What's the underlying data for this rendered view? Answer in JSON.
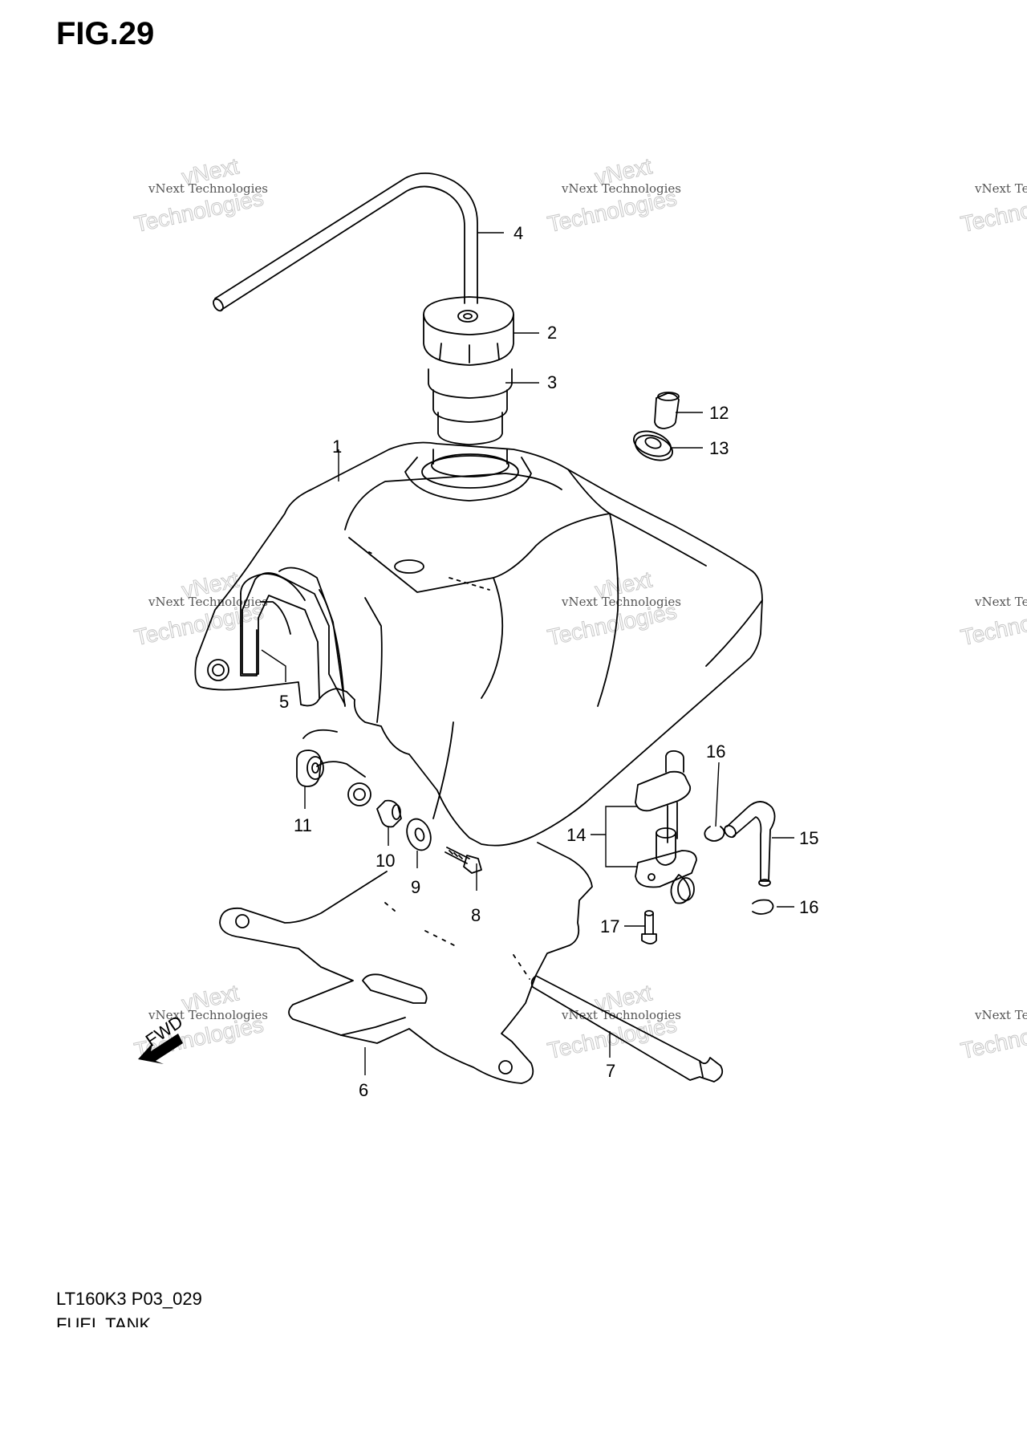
{
  "figure": {
    "title": "FIG.29"
  },
  "footer": {
    "model_code": "LT160K3 P03_029",
    "subtitle": "FUEL TANK"
  },
  "watermark": {
    "line1": "vNext Technologies",
    "line2": "vNext",
    "line3": "Technologies"
  },
  "forward_arrow_label": "FWD",
  "callouts": [
    {
      "id": "callout-1",
      "label": "1"
    },
    {
      "id": "callout-2",
      "label": "2"
    },
    {
      "id": "callout-3",
      "label": "3"
    },
    {
      "id": "callout-4",
      "label": "4"
    },
    {
      "id": "callout-5",
      "label": "5"
    },
    {
      "id": "callout-6",
      "label": "6"
    },
    {
      "id": "callout-7",
      "label": "7"
    },
    {
      "id": "callout-8",
      "label": "8"
    },
    {
      "id": "callout-9",
      "label": "9"
    },
    {
      "id": "callout-10",
      "label": "10"
    },
    {
      "id": "callout-11",
      "label": "11"
    },
    {
      "id": "callout-12",
      "label": "12"
    },
    {
      "id": "callout-13",
      "label": "13"
    },
    {
      "id": "callout-14",
      "label": "14"
    },
    {
      "id": "callout-15",
      "label": "15"
    },
    {
      "id": "callout-16a",
      "label": "16"
    },
    {
      "id": "callout-16b",
      "label": "16"
    },
    {
      "id": "callout-17",
      "label": "17"
    }
  ]
}
